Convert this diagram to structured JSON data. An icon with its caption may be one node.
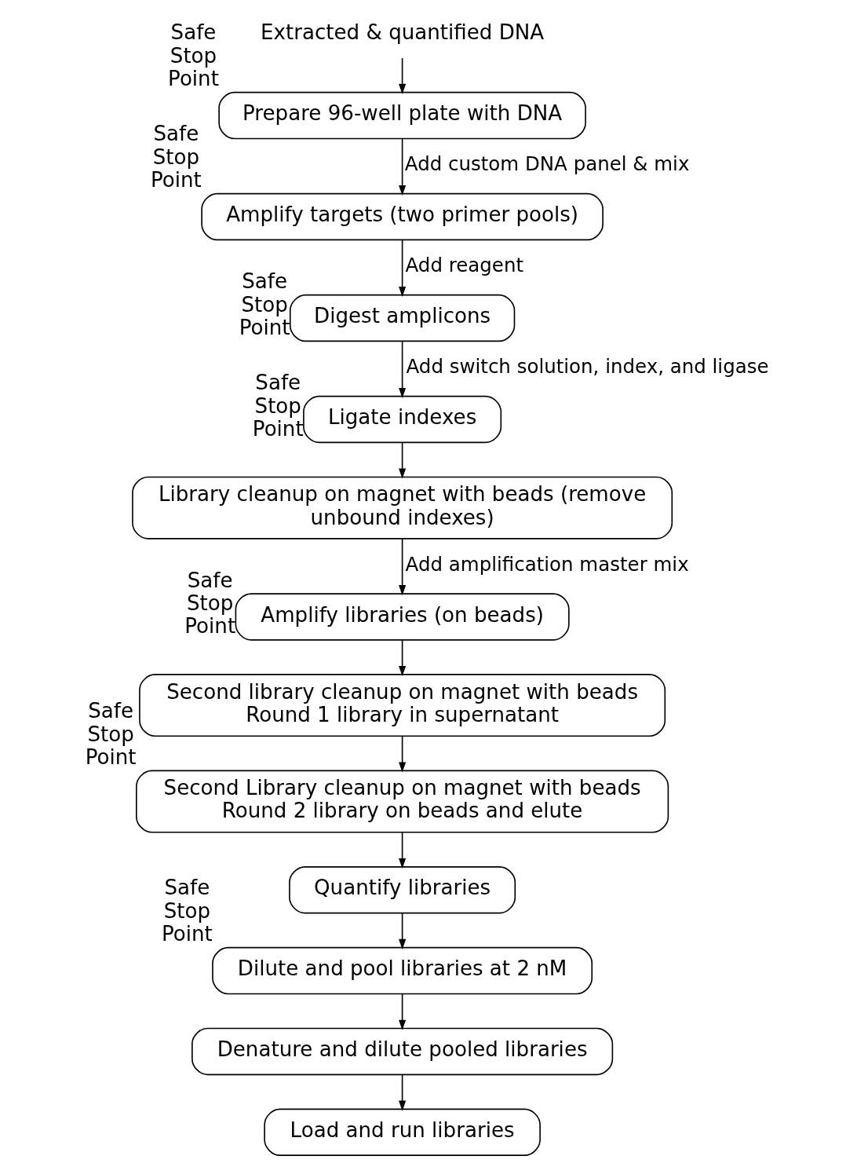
{
  "diagram": {
    "nodes": [
      {
        "text": [
          "Extracted & quantified DNA"
        ]
      },
      {
        "text": [
          "Prepare 96-well plate with DNA"
        ],
        "beside": [
          "Safe Stop Point"
        ]
      },
      {
        "text": [
          "Amplify targets (two primer pools)"
        ],
        "beside": [
          "Safe Stop Point"
        ]
      },
      {
        "text": [
          "Digest amplicons"
        ],
        "beside": [
          "Safe Stop Point"
        ]
      },
      {
        "text": [
          "Ligate indexes"
        ],
        "beside": [
          "Safe Stop Point"
        ]
      },
      {
        "text": [
          "Library cleanup on magnet with beads (remove unbound indexes)"
        ]
      },
      {
        "text": [
          "Amplify libraries (on beads)"
        ],
        "beside": [
          "Safe Stop Point"
        ]
      },
      {
        "text": [
          "Second library cleanup on magnet with beads Round 1 library in supernatant"
        ]
      },
      {
        "text": [
          "Second Library cleanup on magnet with beads Round 2 library on beads and elute"
        ],
        "beside": [
          "Safe Stop Point"
        ]
      },
      {
        "text": [
          "Quantify libraries"
        ]
      },
      {
        "text": [
          "Dilute and pool libraries at 2 nM"
        ],
        "beside": [
          "Safe Stop Point"
        ]
      },
      {
        "text": [
          "Denature and dilute pooled libraries"
        ]
      },
      {
        "text": [
          "Load and run libraries"
        ]
      }
    ],
    "edges": [
      {
        "from": 0,
        "to": 1,
        "arrow": "to"
      },
      {
        "from": 1,
        "to": 2,
        "arrow": "to",
        "label": "Add custom DNA panel & mix"
      },
      {
        "from": 2,
        "to": 3,
        "arrow": "to",
        "label": "Add reagent"
      },
      {
        "from": 3,
        "to": 4,
        "arrow": "to",
        "label": "Add switch solution, index, and ligase"
      },
      {
        "from": 4,
        "to": 5,
        "arrow": "to"
      },
      {
        "from": 5,
        "to": 6,
        "arrow": "to",
        "label": "Add amplification master mix"
      },
      {
        "from": 6,
        "to": 7,
        "arrow": "to"
      },
      {
        "from": 7,
        "to": 8,
        "arrow": "to"
      },
      {
        "from": 8,
        "to": 9,
        "arrow": "to"
      },
      {
        "from": 9,
        "to": 10,
        "arrow": "to"
      },
      {
        "from": 10,
        "to": 11,
        "arrow": "to"
      },
      {
        "from": 11,
        "to": 12,
        "arrow": "to"
      }
    ]
  }
}
